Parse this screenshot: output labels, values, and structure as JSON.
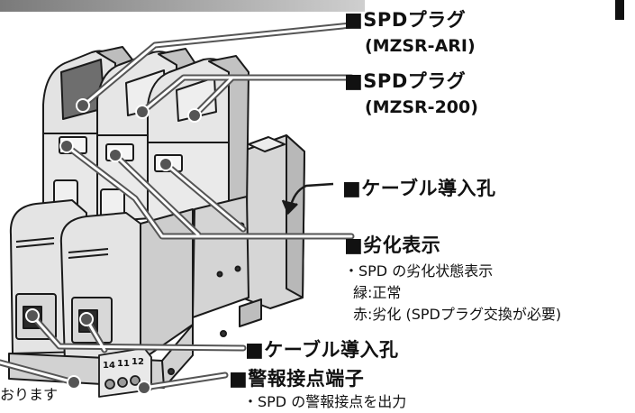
{
  "callouts": {
    "plug_ari": {
      "marker": "■",
      "title": "SPDプラグ",
      "model": "(MZSR-ARI)"
    },
    "plug_200": {
      "marker": "■",
      "title": "SPDプラグ",
      "model": "(MZSR-200)"
    },
    "cable_hole_top": {
      "marker": "■",
      "title": "ケーブル導入孔"
    },
    "degradation": {
      "marker": "■",
      "title": "劣化表示",
      "lines": [
        "・SPD の劣化状態表示",
        "緑:正常",
        "赤:劣化 (SPDプラグ交換が必要)"
      ]
    },
    "cable_hole_bottom": {
      "marker": "■",
      "title": "ケーブル導入孔"
    },
    "alarm_terminal": {
      "marker": "■",
      "title": "警報接点端子",
      "note": "・SPD の警報接点を出力"
    }
  },
  "terminal_numbers": [
    "14",
    "11",
    "12"
  ],
  "partial_text_left": "おります",
  "colors": {
    "body_light": "#e6e6e6",
    "body_mid": "#cfcfcf",
    "body_dark": "#a9a9a9",
    "plug_ari_window": "#6e6e6e",
    "leader_line": "#555555",
    "outline": "#1a1a1a"
  }
}
